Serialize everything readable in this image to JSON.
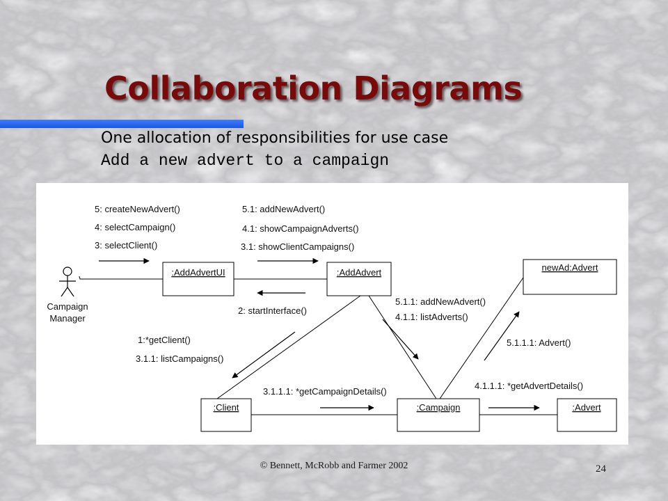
{
  "slide": {
    "title": "Collaboration Diagrams",
    "subtitle": "One allocation of responsibilities for use case",
    "use_case": "Add a new advert to a campaign",
    "footer": "© Bennett, McRobb and Farmer 2002",
    "page_number": "24"
  },
  "diagram": {
    "actor": {
      "line1": "Campaign",
      "line2": "Manager"
    },
    "objects": {
      "add_advert_ui": ":AddAdvertUI",
      "add_advert": ":AddAdvert",
      "new_ad": "newAd:Advert",
      "client": ":Client",
      "campaign": ":Campaign",
      "advert": ":Advert"
    },
    "messages": {
      "ui_5": "5: createNewAdvert()",
      "ui_4": "4: selectCampaign()",
      "ui_3": "3: selectClient()",
      "aa_51": "5.1: addNewAdvert()",
      "aa_41": "4.1: showCampaignAdverts()",
      "aa_31": "3.1: showClientCampaigns()",
      "start": "2: startInterface()",
      "get_client": "1:*getClient()",
      "list_campaigns": "3.1.1: listCampaigns()",
      "add_new_advert": "5.1.1: addNewAdvert()",
      "list_adverts": "4.1.1: listAdverts()",
      "advert_ctor": "5.1.1.1: Advert()",
      "get_campaign_details": "3.1.1.1: *getCampaignDetails()",
      "get_advert_details": "4.1.1.1: *getAdvertDetails()"
    }
  }
}
